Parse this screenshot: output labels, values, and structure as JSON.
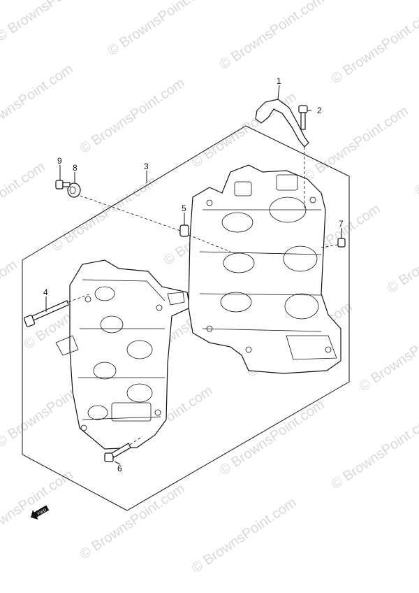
{
  "watermark": "© BrownsPoint.com",
  "callouts": [
    {
      "id": "1",
      "label": "1"
    },
    {
      "id": "2",
      "label": "2"
    },
    {
      "id": "3",
      "label": "3"
    },
    {
      "id": "4",
      "label": "4"
    },
    {
      "id": "5",
      "label": "5"
    },
    {
      "id": "6",
      "label": "6"
    },
    {
      "id": "7",
      "label": "7"
    },
    {
      "id": "8",
      "label": "8"
    },
    {
      "id": "9",
      "label": "9"
    }
  ],
  "fwd_label": "FWD"
}
